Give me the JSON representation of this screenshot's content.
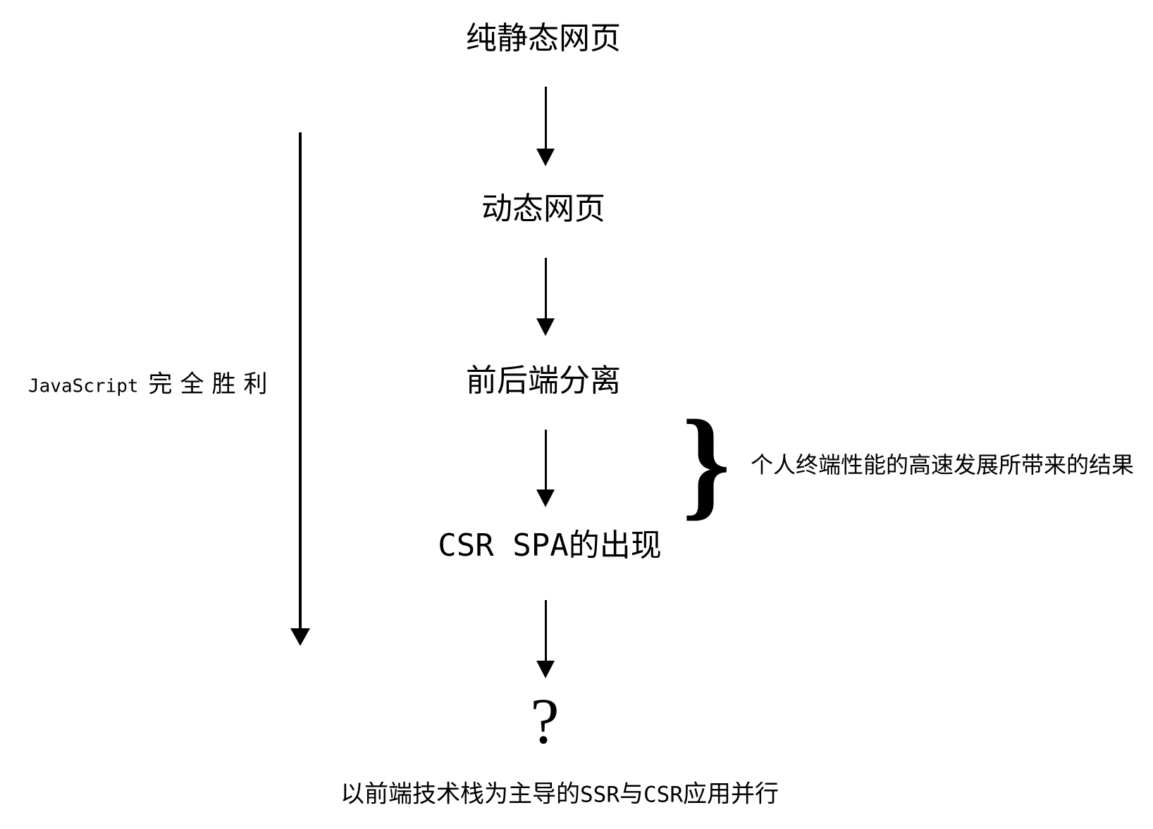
{
  "flow": {
    "nodes": {
      "static_web": "纯静态网页",
      "dynamic_web": "动态网页",
      "frontend_backend_split": "前后端分离",
      "csr_spa_latin": "CSR SPA",
      "csr_spa_cjk": "的出现",
      "unknown_future": "?"
    }
  },
  "left_annotation": {
    "latin": "JavaScript",
    "cjk": "完全胜利"
  },
  "brace_annotation": {
    "glyph": "}",
    "text": "个人终端性能的高速发展所带来的结果"
  },
  "footer": {
    "lead": "以前端技术栈为主导的",
    "ssr": "SSR",
    "conj": "与",
    "csr": "CSR",
    "tail": "应用并行"
  },
  "colors": {
    "ink": "#000000",
    "background": "#ffffff"
  }
}
